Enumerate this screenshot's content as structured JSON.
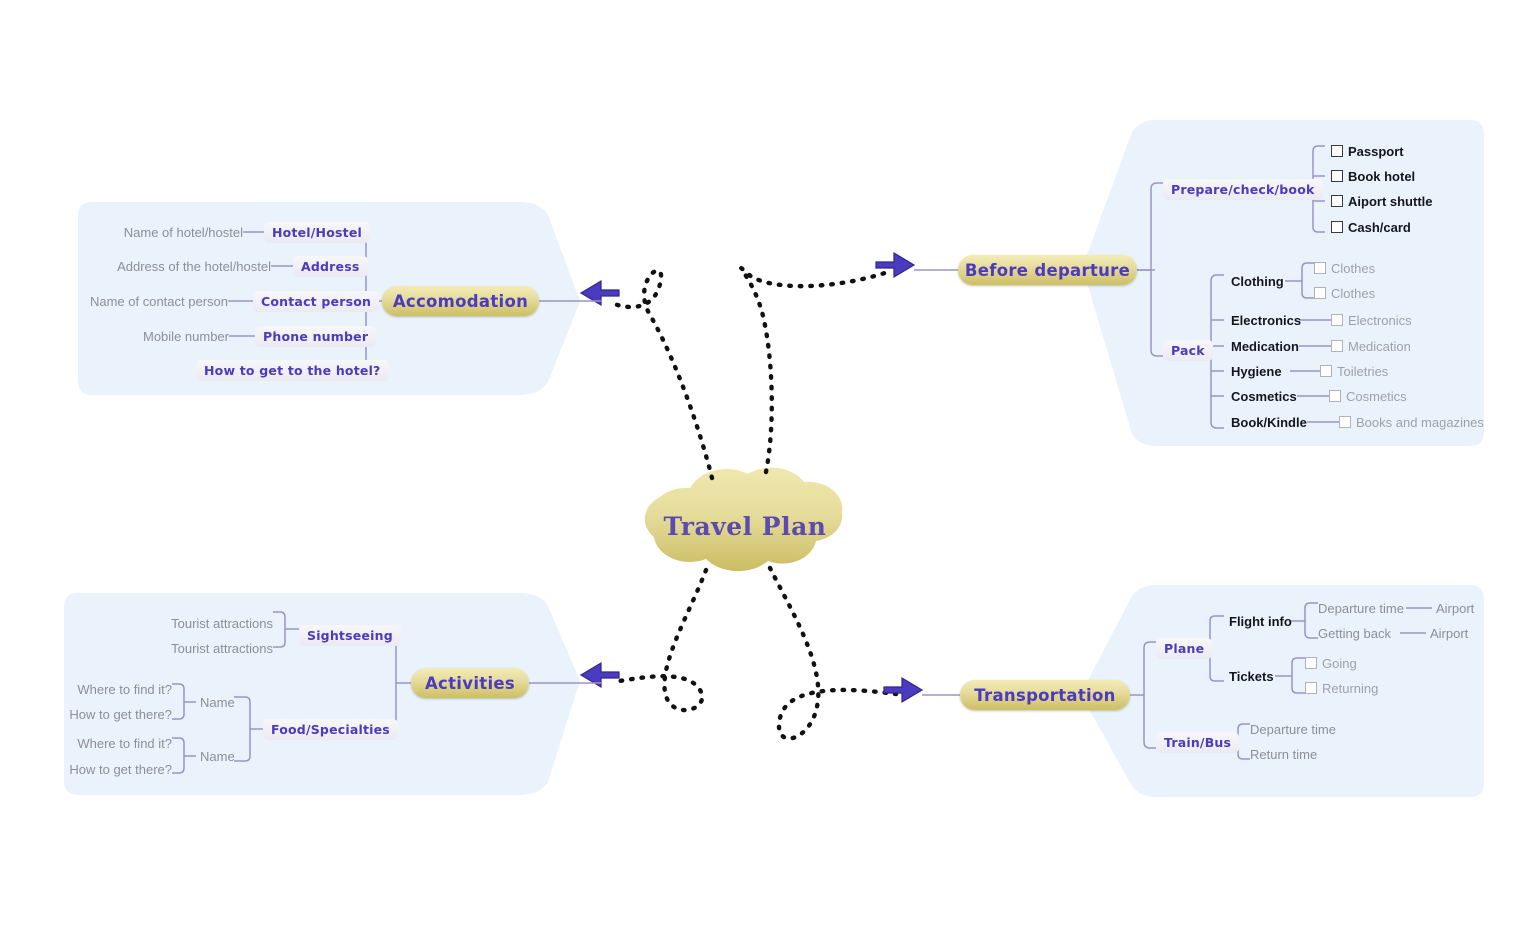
{
  "diagram": {
    "type": "mind-map",
    "center": {
      "label": "Travel Plan",
      "shape": "cloud"
    },
    "accent_colors": {
      "node_fill_light": "#f2ecb4",
      "node_fill_dark": "#cdbf63",
      "topic_text": "#4a3bbf",
      "panel_background": "#eaf3fc",
      "connector": "#9a93c9",
      "arrow": "#4a3bbf",
      "muted_text": "#a0a0a8",
      "dark_text": "#16161a"
    }
  },
  "branches": {
    "accomodation": {
      "title": "Accomodation",
      "position": "top-left",
      "arrow": "arrow-left",
      "subtopics": [
        {
          "chip": "Hotel/Hostel",
          "detail": "Name of hotel/hostel"
        },
        {
          "chip": "Address",
          "detail": "Address of the hotel/hostel"
        },
        {
          "chip": "Contact person",
          "detail": "Name of contact person"
        },
        {
          "chip": "Phone number",
          "detail": "Mobile number"
        },
        {
          "chip": "How to get to the hotel?",
          "detail": ""
        }
      ]
    },
    "before_departure": {
      "title": "Before departure",
      "position": "top-right",
      "arrow": "arrow-right",
      "groups": [
        {
          "chip": "Prepare/check/book",
          "items": [
            {
              "label": "Passport",
              "checkbox": true,
              "muted": false
            },
            {
              "label": "Book hotel",
              "checkbox": true,
              "muted": false
            },
            {
              "label": "Aiport shuttle",
              "checkbox": true,
              "muted": false
            },
            {
              "label": "Cash/card",
              "checkbox": true,
              "muted": false
            }
          ]
        },
        {
          "chip": "Pack",
          "categories": [
            {
              "label": "Clothing",
              "items": [
                {
                  "label": "Clothes",
                  "checkbox": true,
                  "muted": true
                },
                {
                  "label": "Clothes",
                  "checkbox": true,
                  "muted": true
                }
              ]
            },
            {
              "label": "Electronics",
              "items": [
                {
                  "label": "Electronics",
                  "checkbox": true,
                  "muted": true
                }
              ]
            },
            {
              "label": "Medication",
              "items": [
                {
                  "label": "Medication",
                  "checkbox": true,
                  "muted": true
                }
              ]
            },
            {
              "label": "Hygiene",
              "items": [
                {
                  "label": "Toiletries",
                  "checkbox": true,
                  "muted": true
                }
              ]
            },
            {
              "label": "Cosmetics",
              "items": [
                {
                  "label": "Cosmetics",
                  "checkbox": true,
                  "muted": true
                }
              ]
            },
            {
              "label": "Book/Kindle",
              "items": [
                {
                  "label": "Books and magazines",
                  "checkbox": true,
                  "muted": true
                }
              ]
            }
          ]
        }
      ]
    },
    "activities": {
      "title": "Activities",
      "position": "bottom-left",
      "arrow": "arrow-left",
      "groups": [
        {
          "chip": "Sightseeing",
          "items": [
            {
              "label": "Tourist attractions"
            },
            {
              "label": "Tourist attractions"
            }
          ]
        },
        {
          "chip": "Food/Specialties",
          "entries": [
            {
              "label": "Name",
              "details": [
                "Where to find it?",
                "How to get there?"
              ]
            },
            {
              "label": "Name",
              "details": [
                "Where to find it?",
                "How to get there?"
              ]
            }
          ]
        }
      ]
    },
    "transportation": {
      "title": "Transportation",
      "position": "bottom-right",
      "arrow": "arrow-right",
      "groups": [
        {
          "chip": "Plane",
          "categories": [
            {
              "label": "Flight info",
              "items": [
                {
                  "label": "Departure time",
                  "trailing": "Airport"
                },
                {
                  "label": "Getting back",
                  "trailing": "Airport"
                }
              ]
            },
            {
              "label": "Tickets",
              "items": [
                {
                  "label": "Going",
                  "checkbox": true
                },
                {
                  "label": "Returning",
                  "checkbox": true
                }
              ]
            }
          ]
        },
        {
          "chip": "Train/Bus",
          "items": [
            {
              "label": "Departure time"
            },
            {
              "label": "Return time"
            }
          ]
        }
      ]
    }
  }
}
